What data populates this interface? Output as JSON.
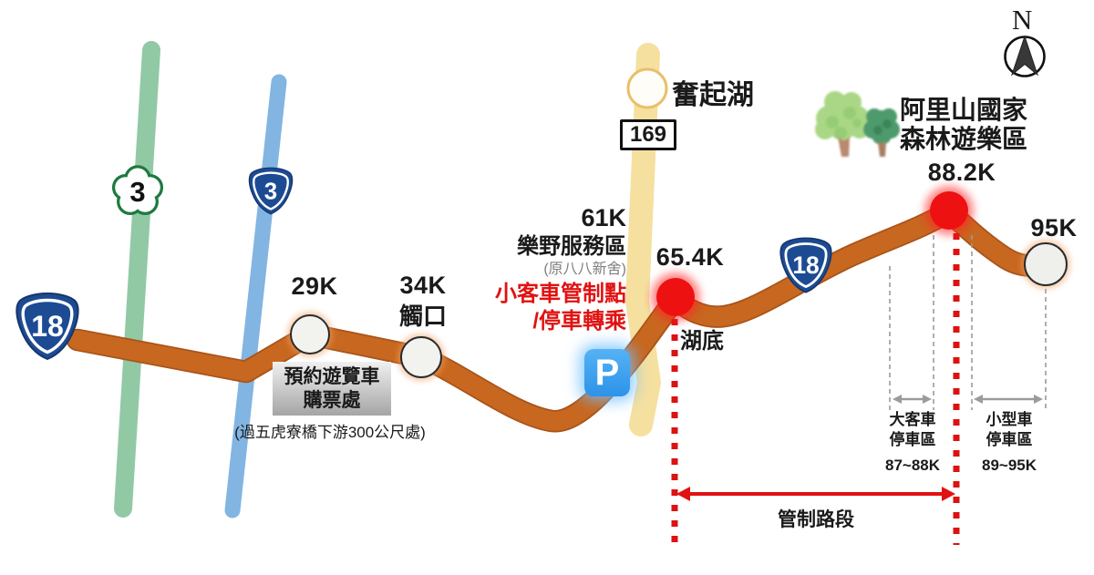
{
  "compass": {
    "label": "N"
  },
  "roads": {
    "freeway3_shield": "3",
    "provincial3_shield": "3",
    "route18_shield_left": "18",
    "route18_shield_mid": "18",
    "route169_sign": "169"
  },
  "stations": {
    "fenqihu": {
      "label": "奮起湖"
    },
    "k29": {
      "label": "29K"
    },
    "k34": {
      "label": "34K",
      "name": "觸口"
    },
    "ticket": {
      "line1": "預約遊覽車",
      "line2": "購票處",
      "note": "(過五虎寮橋下游300公尺處)"
    },
    "k61": {
      "label": "61K",
      "name": "樂野服務區",
      "subnote": "(原八八新舍)",
      "control_line1": "小客車管制點",
      "control_line2": "/停車轉乘",
      "parking": "P"
    },
    "k654": {
      "label": "65.4K",
      "name": "湖底"
    },
    "k882": {
      "label": "88.2K"
    },
    "alishan": {
      "line1": "阿里山國家",
      "line2": "森林遊樂區"
    },
    "k95": {
      "label": "95K"
    }
  },
  "zones": {
    "bus": {
      "line1": "大客車",
      "line2": "停車區",
      "range": "87~88K"
    },
    "car": {
      "line1": "小型車",
      "line2": "停車區",
      "range": "89~95K"
    },
    "control_section": {
      "label": "管制路段"
    }
  },
  "colors": {
    "route18_orange": "#c8671f",
    "route18_border": "#a8541a",
    "freeway3_green": "#92c9a5",
    "provincial3_blue": "#82b5e2",
    "route169_yellow": "#f5e0a0",
    "control_red": "#e01212",
    "marker_red": "#ee1111",
    "shield_blue": "#1c4b93",
    "flower_green": "#1e7a40",
    "parking_blue": "#3da2f0",
    "zone_gray": "#9b9b9b"
  }
}
